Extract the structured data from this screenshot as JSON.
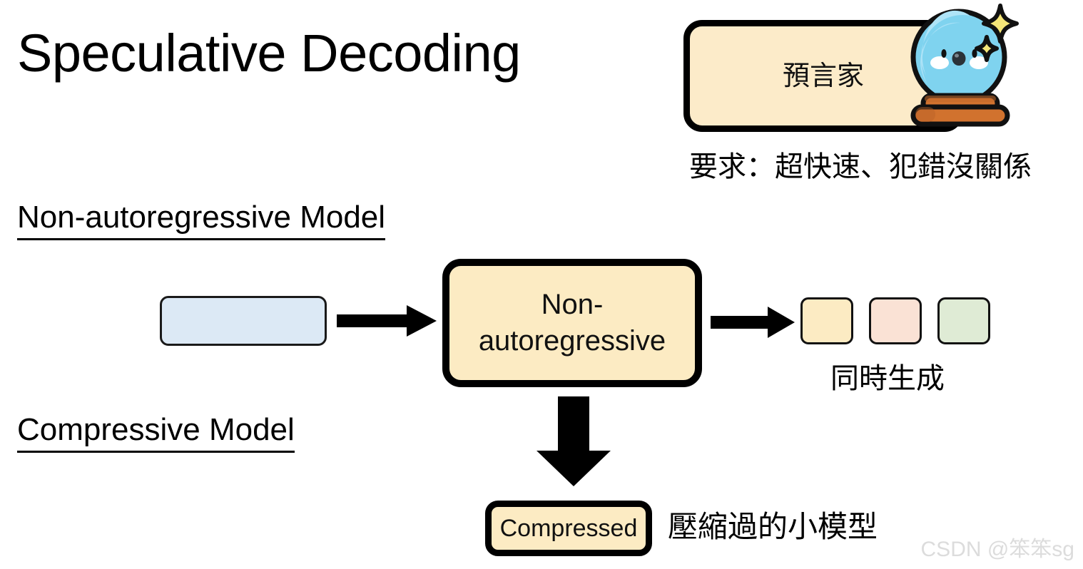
{
  "slide": {
    "title": "Speculative Decoding",
    "background_color": "#FFFFFF"
  },
  "prophet_callout": {
    "label": "預言家",
    "box_fill": "#FCEBC9",
    "box_border": "#000000",
    "illustration": "crystal-ball-icon",
    "requirement_caption": "要求：超快速、犯錯沒關係"
  },
  "sections": {
    "non_autoregressive": {
      "heading": "Non-autoregressive Model",
      "input_box": {
        "label": "",
        "fill": "#DCE9F5",
        "border": "#1A1A1A"
      },
      "model_box": {
        "label": "Non-\nautoregressive",
        "fill": "#FCEBC3",
        "border": "#000000"
      },
      "outputs": {
        "tokens": [
          {
            "name": "token-1",
            "fill": "#FCEBC3"
          },
          {
            "name": "token-2",
            "fill": "#FAE2D5"
          },
          {
            "name": "token-3",
            "fill": "#DFEBD5"
          }
        ],
        "caption": "同時生成"
      }
    },
    "compressive": {
      "heading": "Compressive Model",
      "model_box": {
        "label": "Compressed",
        "fill": "#FCEBC3",
        "border": "#000000"
      },
      "caption": "壓縮過的小模型"
    }
  },
  "arrows": {
    "input_to_model": "arrow-right-icon",
    "model_to_outputs": "arrow-right-icon",
    "model_to_compressed": "arrow-down-icon"
  },
  "watermark": {
    "text": "CSDN @笨笨sg",
    "color": "#DCDCDC"
  }
}
